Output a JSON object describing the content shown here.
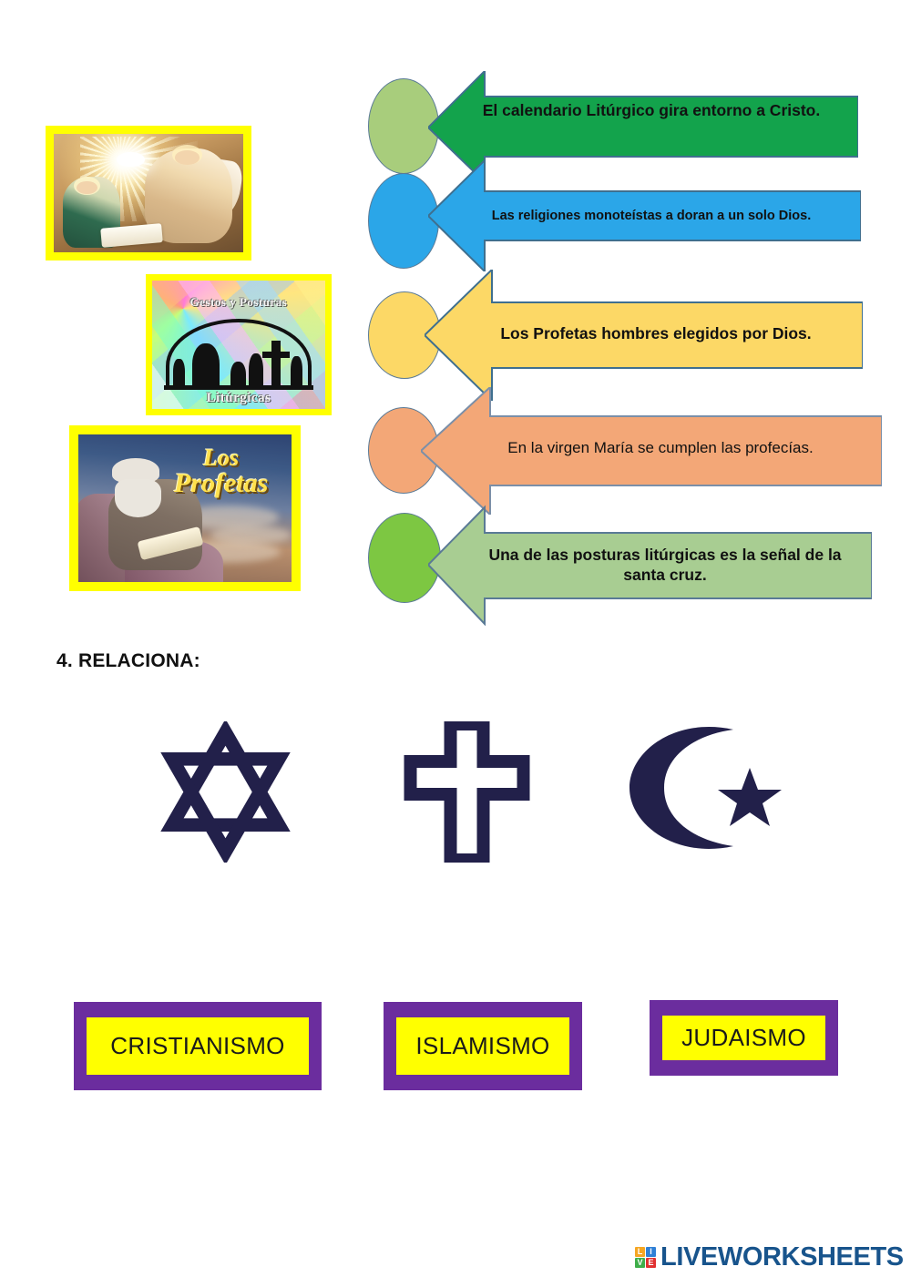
{
  "worksheet": {
    "pictures": [
      {
        "name": "annunciation",
        "caption": "",
        "frame_color": "#ffff00"
      },
      {
        "name": "gestos-posturas-liturgicas",
        "title_top": "Gestos y Posturas",
        "title_bottom": "Litúrgicas",
        "frame_color": "#ffff00"
      },
      {
        "name": "los-profetas",
        "title_line1": "Los",
        "title_line2": "Profetas",
        "frame_color": "#ffff00"
      }
    ],
    "statements": [
      {
        "text": "El calendario Litúrgico gira entorno a Cristo.",
        "arrow_color": "#13a34c",
        "ellipse_color": "#a8cd7c",
        "bold": true
      },
      {
        "text": "Las religiones monoteístas a doran a un solo Dios.",
        "arrow_color": "#2ba6e8",
        "ellipse_color": "#2ba6e8",
        "bold": true
      },
      {
        "text": "Los Profetas hombres elegidos por Dios.",
        "arrow_color": "#fcd濃",
        "ellipse_color": "#fcd866",
        "bold": true
      },
      {
        "text": "En la virgen María se cumplen las profecías.",
        "arrow_color": "#f3a777",
        "ellipse_color": "#f3a777",
        "bold": false
      },
      {
        "text": "Una de las posturas litúrgicas es la señal de la santa cruz.",
        "arrow_color": "#a8cd92",
        "ellipse_color": "#7dc742",
        "bold": true
      }
    ],
    "exercise": {
      "heading": "4. RELACIONA:",
      "symbols": [
        {
          "name": "star-of-david",
          "label": "Star of David",
          "color": "#22204a"
        },
        {
          "name": "latin-cross",
          "label": "Cross",
          "color": "#22204a"
        },
        {
          "name": "crescent-and-star",
          "label": "Crescent and Star",
          "color": "#22204a"
        }
      ],
      "answers": [
        {
          "label": "CRISTIANISMO",
          "fill": "#ffff00",
          "border": "#6b2d9e"
        },
        {
          "label": "ISLAMISMO",
          "fill": "#ffff00",
          "border": "#6b2d9e"
        },
        {
          "label": "JUDAISMO",
          "fill": "#ffff00",
          "border": "#6b2d9e"
        }
      ]
    },
    "footer": {
      "logo_tiles": [
        {
          "letter": "L",
          "color": "#f5a623"
        },
        {
          "letter": "I",
          "color": "#2f80d6"
        },
        {
          "letter": "V",
          "color": "#3fae4a"
        },
        {
          "letter": "E",
          "color": "#e03030"
        }
      ],
      "wordmark": "LIVEWORKSHEETS"
    }
  }
}
